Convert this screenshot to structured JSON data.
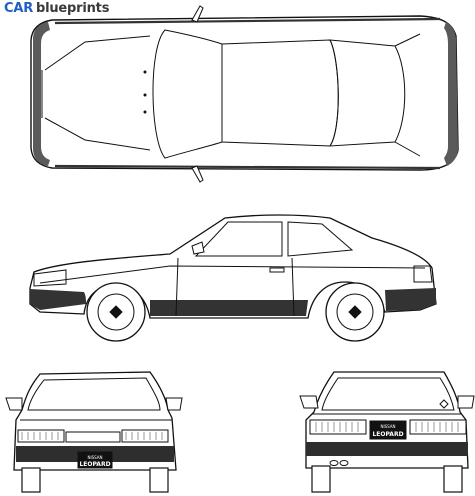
{
  "logo": {
    "part1": "CAR",
    "part2": "blueprints"
  },
  "front_plate": {
    "line1": "NISSAN",
    "line2": "LEOPARD"
  },
  "rear_plate": {
    "line1": "NISSAN",
    "line2": "LEOPARD"
  },
  "colors": {
    "logo_blue": "#1f5fbf",
    "logo_gray": "#3a3a3a",
    "ink": "#111111",
    "shade": "#5a5a5a",
    "paper": "#ffffff"
  }
}
